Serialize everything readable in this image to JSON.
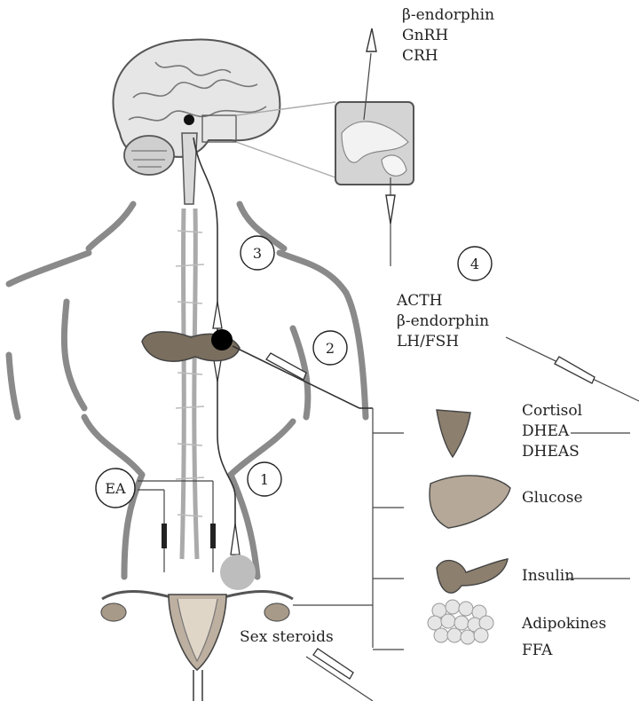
{
  "hypothalamus_labels": [
    "β-endorphin",
    "GnRH",
    "CRH"
  ],
  "pituitary_labels": [
    "ACTH",
    "β-endorphin",
    "LH/FSH"
  ],
  "adrenal_labels": [
    "Cortisol",
    "DHEA",
    "DHEAS"
  ],
  "liver_label": "Glucose",
  "pancreas_label": "Insulin",
  "fat_labels": [
    "Adipokines",
    "FFA"
  ],
  "ovary_label": "Sex steroids",
  "ea_label": "EA",
  "pathway_numbers": [
    "1",
    "2",
    "3",
    "4"
  ]
}
